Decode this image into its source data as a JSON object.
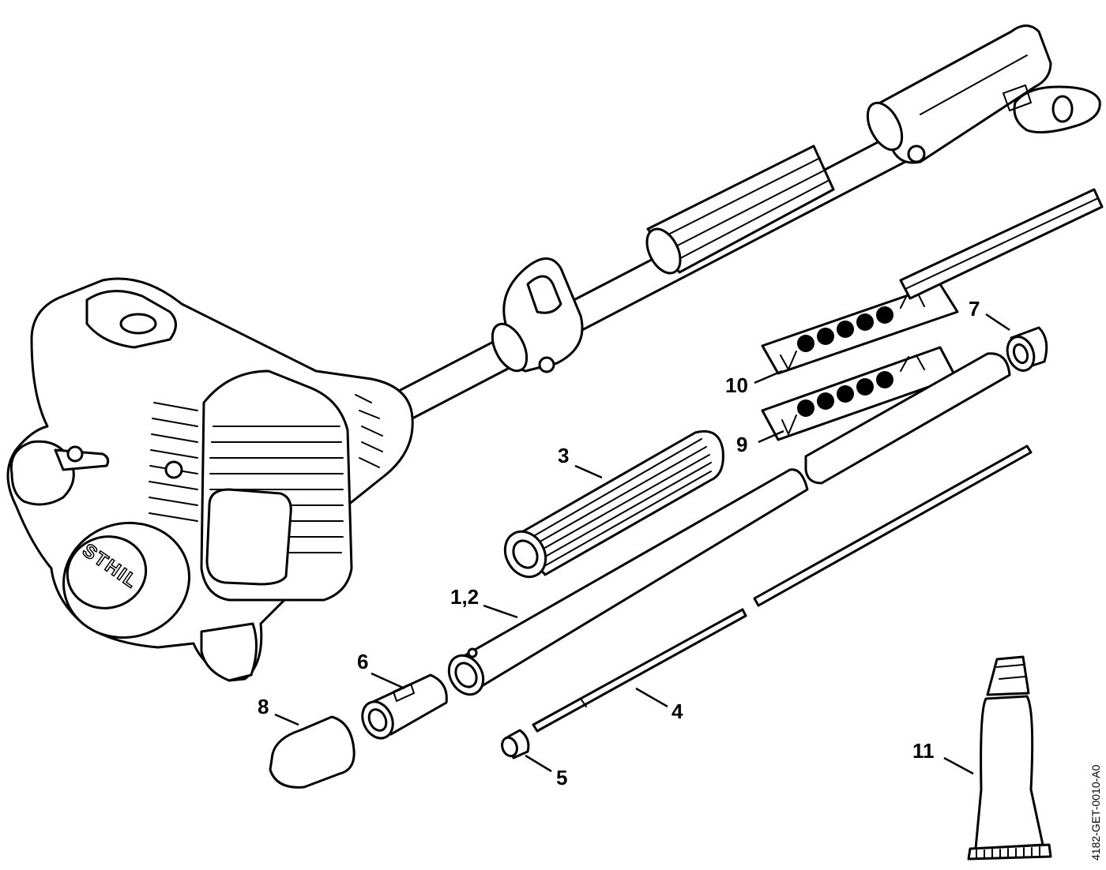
{
  "brand_text": "STHIL",
  "document_id": "4182-GET-0010-A0",
  "callouts": [
    {
      "id": "c1_2",
      "label": "1,2"
    },
    {
      "id": "c3",
      "label": "3"
    },
    {
      "id": "c4",
      "label": "4"
    },
    {
      "id": "c5",
      "label": "5"
    },
    {
      "id": "c6",
      "label": "6"
    },
    {
      "id": "c7",
      "label": "7"
    },
    {
      "id": "c8",
      "label": "8"
    },
    {
      "id": "c9",
      "label": "9"
    },
    {
      "id": "c10",
      "label": "10"
    },
    {
      "id": "c11",
      "label": "11"
    }
  ]
}
